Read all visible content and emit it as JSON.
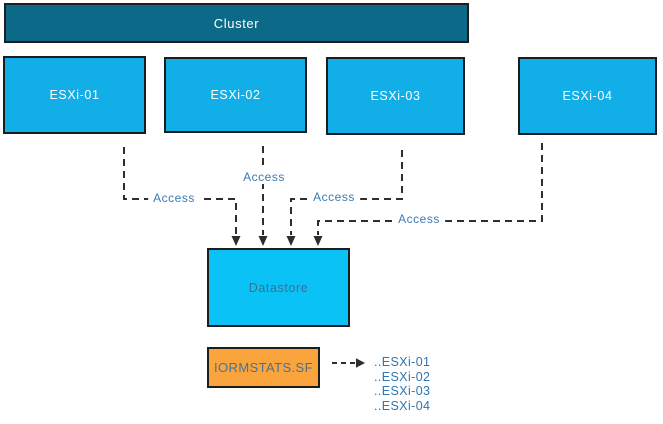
{
  "cluster": {
    "label": "Cluster"
  },
  "hosts": [
    {
      "id": "esxi-01",
      "label": "ESXi-01"
    },
    {
      "id": "esxi-02",
      "label": "ESXi-02"
    },
    {
      "id": "esxi-03",
      "label": "ESXi-03"
    },
    {
      "id": "esxi-04",
      "label": "ESXi-04"
    }
  ],
  "connections": [
    {
      "from": "ESXi-01",
      "to": "Datastore",
      "label": "Access"
    },
    {
      "from": "ESXi-02",
      "to": "Datastore",
      "label": "Access"
    },
    {
      "from": "ESXi-03",
      "to": "Datastore",
      "label": "Access"
    },
    {
      "from": "ESXi-04",
      "to": "Datastore",
      "label": "Access"
    }
  ],
  "datastore": {
    "label": "Datastore"
  },
  "iorm_file": {
    "label": "IORMSTATS.SF"
  },
  "iorm_entries": [
    "..ESXi-01",
    "..ESXi-02",
    "..ESXi-03",
    "..ESXi-04"
  ],
  "colors": {
    "cluster-fill": "#0c6a88",
    "host-fill": "#12aee8",
    "datastore-fill": "#0ac2f6",
    "datastore-text": "#3f6f8e",
    "iorm-fill": "#f9a43c",
    "iorm-text": "#4a7290",
    "access-text": "#3d7ab2",
    "list-text": "#2c77b4",
    "border": "#1d1d1d",
    "line": "#2e2e2e"
  }
}
